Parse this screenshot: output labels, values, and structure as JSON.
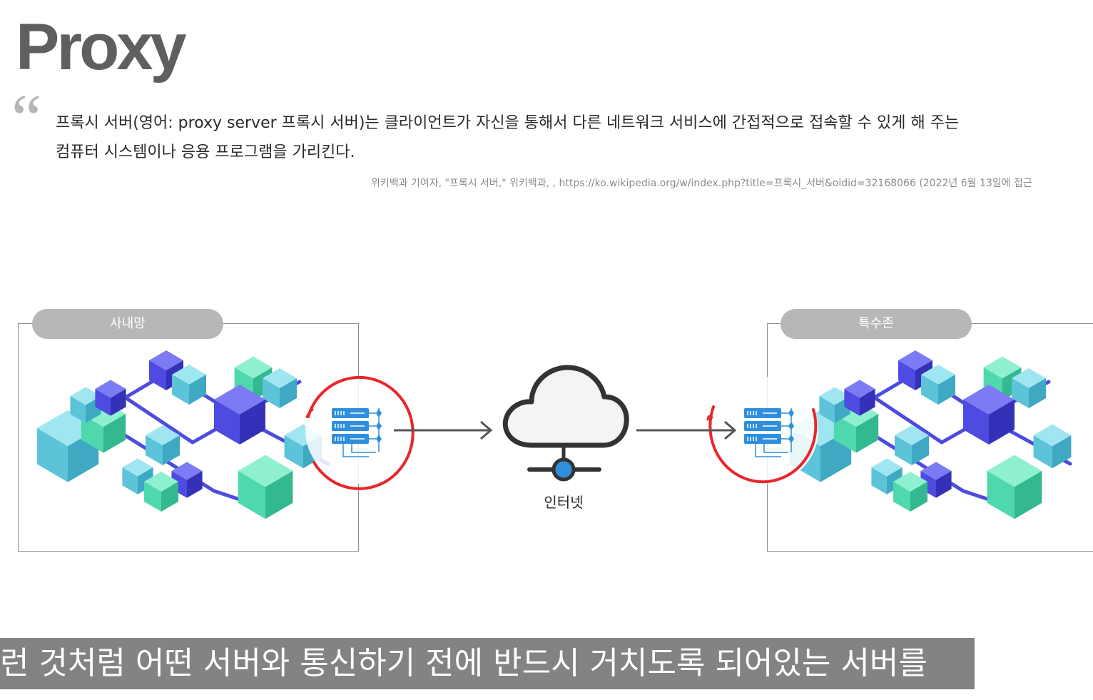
{
  "slide": {
    "title": "Proxy",
    "quote_mark": "“",
    "quote_line1": "프록시 서버(영어: proxy server 프록시 서버)는 클라이언트가 자신을 통해서 다른 네트워크 서비스에 간접적으로 접속할 수 있게 해 주는",
    "quote_line2": "컴퓨터 시스템이나 응용 프로그램을 가리킨다.",
    "citation": "위키백과 기여자, \"프록시 서버,\" 위키백과, , https://ko.wikipedia.org/w/index.php?title=프록시_서버&oldid=32168066 (2022년 6월 13일에 접근"
  },
  "diagram": {
    "left_zone_label": "사내망",
    "right_zone_label": "특수존",
    "internet_label": "인터넷",
    "colors": {
      "highlight_circle": "#e8262b",
      "arrow": "#555555",
      "server": "#2f8fdc",
      "cloud_outline": "#333333",
      "cloud_node": "#2f8fdc",
      "cube_cyan": "#69cde0",
      "cube_green": "#4fd8ae",
      "cube_purple": "#4e4be0"
    }
  },
  "subtitle": "런 것처럼 어떤 서버와 통신하기 전에 반드시 거치도록 되어있는 서버를"
}
